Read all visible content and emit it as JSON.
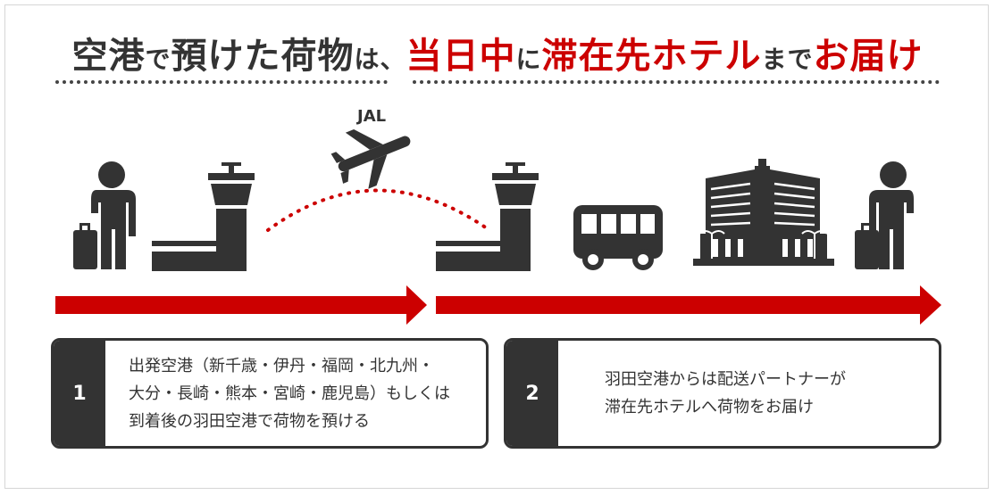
{
  "headline": {
    "part1": "空港",
    "part2": "で",
    "part3": "預けた荷物",
    "part4": "は、",
    "part5": "当日中",
    "part6": "に",
    "part7": "滞在先ホテル",
    "part8": "まで",
    "part9": "お届け"
  },
  "airline_label": "JAL",
  "steps": [
    {
      "number": "1",
      "lines": [
        "出発空港（新千歳・伊丹・福岡・北九州・",
        "大分・長崎・熊本・宮崎・鹿児島）もしくは",
        "到着後の羽田空港で荷物を預ける"
      ]
    },
    {
      "number": "2",
      "lines": [
        "羽田空港からは配送パートナーが",
        "滞在先ホテルへ荷物をお届け"
      ]
    }
  ],
  "colors": {
    "accent_red": "#cc0000",
    "icon_dark": "#333333",
    "text_dark": "#333333",
    "background": "#ffffff"
  },
  "icons": [
    "traveler-icon",
    "airport-tower-icon",
    "airplane-icon",
    "bus-icon",
    "hotel-icon"
  ]
}
